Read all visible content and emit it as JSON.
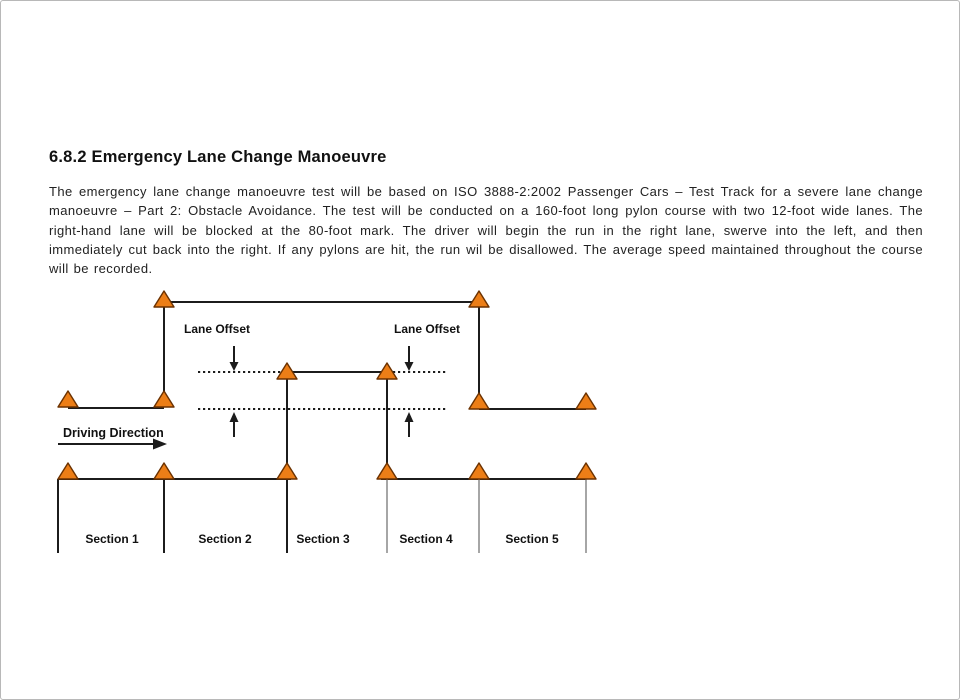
{
  "page": {
    "heading": "6.8.2 Emergency Lane Change Manoeuvre",
    "paragraph": "The emergency lane change manoeuvre test will be based on ISO 3888-2:2002 Passenger Cars – Test Track for a severe lane change manoeuvre – Part 2: Obstacle Avoidance. The test will be conducted on a 160-foot long pylon course with two 12-foot wide lanes. The right-hand lane will be blocked at the 80-foot mark. The driver will begin the run in the right lane, swerve into the left, and then immediately cut back into the right. If any pylons are hit, the run wil be disallowed. The average speed maintained throughout the course will be recorded."
  },
  "diagram": {
    "labels": {
      "lane_offset_left": "Lane Offset",
      "lane_offset_right": "Lane Offset",
      "driving_direction": "Driving Direction"
    },
    "sections": [
      "Section 1",
      "Section 2",
      "Section 3",
      "Section 4",
      "Section 5"
    ],
    "colors": {
      "pylon_fill": "#EC7E17",
      "pylon_stroke": "#6b3100",
      "line_color": "#1c1c1c",
      "divider_gray": "#909090"
    }
  }
}
